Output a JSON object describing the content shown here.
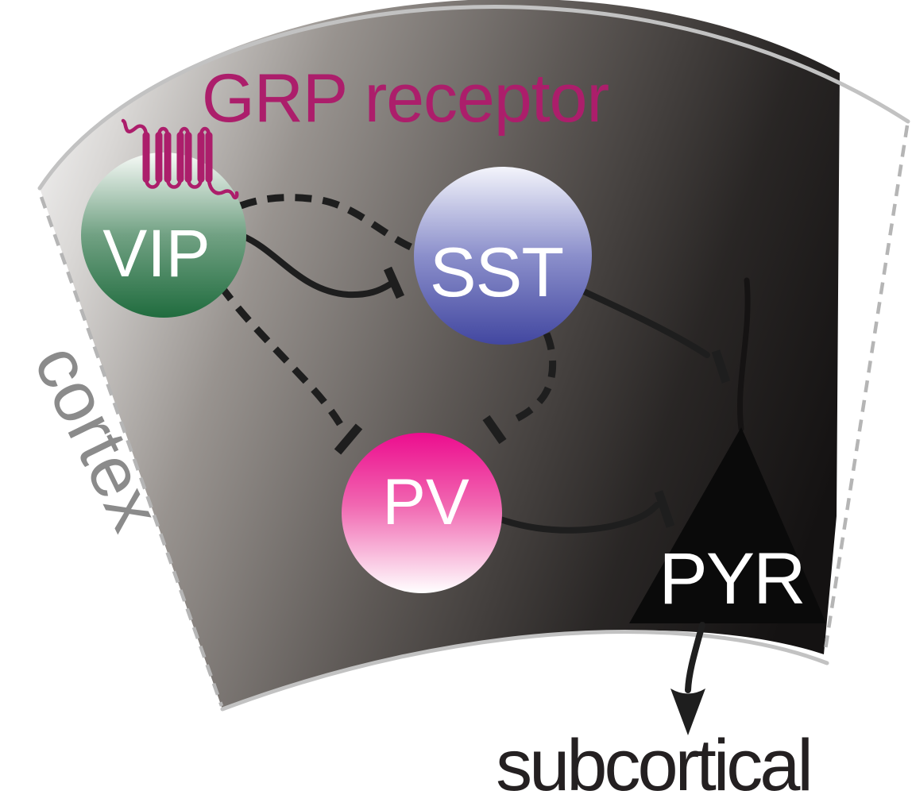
{
  "figure": {
    "type": "cortical-microcircuit-diagram",
    "region": {
      "label": "cortex",
      "label_color": "#8b8b8b"
    },
    "receptor": {
      "label": "GRP receptor",
      "color": "#ac1e6b",
      "icon": "gpcr-7tm-receptor-icon"
    },
    "output": {
      "label": "subcortical",
      "color": "#242021"
    },
    "nodes": [
      {
        "id": "VIP",
        "label": "VIP",
        "shape": "circle",
        "gradient_top": "#f8fbf8",
        "gradient_mid": "#71a183",
        "gradient_bottom": "#206c3e",
        "label_color": "#ffffff"
      },
      {
        "id": "SST",
        "label": "SST",
        "shape": "circle",
        "gradient_top": "#f3f4fb",
        "gradient_mid": "#8b8fcb",
        "gradient_bottom": "#4247a0",
        "label_color": "#ffffff"
      },
      {
        "id": "PV",
        "label": "PV",
        "shape": "circle",
        "gradient_top": "#ec0d8e",
        "gradient_mid": "#f167b1",
        "gradient_bottom": "#ffffff",
        "label_color": "#ffffff"
      },
      {
        "id": "PYR",
        "label": "PYR",
        "shape": "triangle",
        "fill": "#0a0a0a",
        "label_color": "#ffffff"
      }
    ],
    "edges": [
      {
        "from": "VIP",
        "to": "SST",
        "type": "inhibitory",
        "line": "solid"
      },
      {
        "from": "SST",
        "to": "VIP",
        "type": "inhibitory",
        "line": "dashed"
      },
      {
        "from": "VIP",
        "to": "PV",
        "type": "inhibitory",
        "line": "dashed"
      },
      {
        "from": "SST",
        "to": "PV",
        "type": "inhibitory",
        "line": "dashed"
      },
      {
        "from": "SST",
        "to": "PYR",
        "type": "inhibitory",
        "line": "solid"
      },
      {
        "from": "PV",
        "to": "PYR",
        "type": "inhibitory",
        "line": "solid"
      },
      {
        "from": "PYR",
        "to": "subcortical",
        "type": "excitatory-output",
        "line": "arrow"
      }
    ],
    "wedge": {
      "gradient_left": "#f4f4f4",
      "gradient_right": "#141212",
      "border_solid": "#c2c2c2",
      "border_dashed": "#b5b5b5",
      "line_color": "#1e1e1e"
    }
  }
}
